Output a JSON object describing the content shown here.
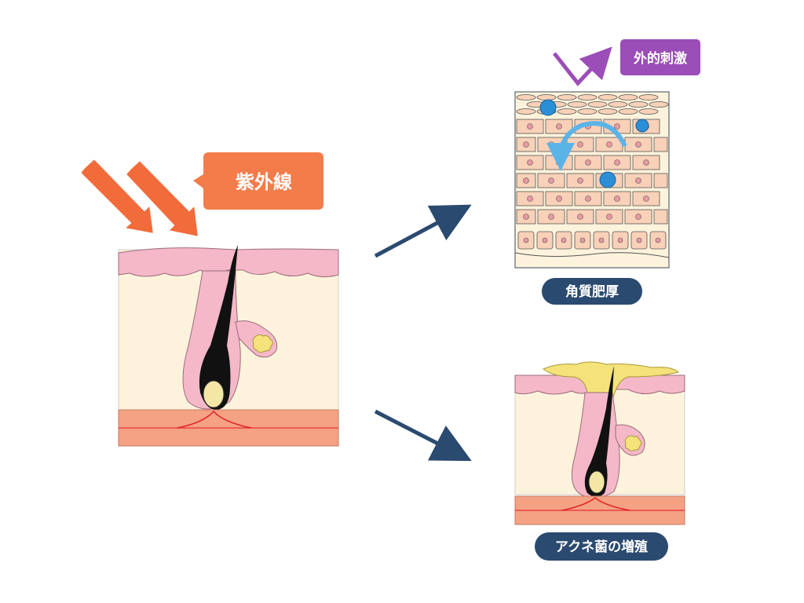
{
  "labels": {
    "uv": "紫外線",
    "external_stimulus": "外的刺激",
    "hyperkeratosis": "角質肥厚",
    "acne_bacteria": "アクネ菌の増殖"
  },
  "colors": {
    "uv_label_bg": "#f47c4a",
    "uv_arrow": "#f26b3a",
    "stimulus_label_bg": "#9b4db8",
    "stimulus_arrow": "#9b4db8",
    "pill_bg": "#2b4a6f",
    "flow_arrow": "#2b4a6f",
    "epidermis": "#f5b8c8",
    "dermis": "#fdf3dc",
    "subcutis": "#f4a184",
    "hair": "#111111",
    "sebum": "#f4e27a",
    "cell_fill": "#f8d1b8",
    "bacteria_dot": "#2a8fd6"
  }
}
